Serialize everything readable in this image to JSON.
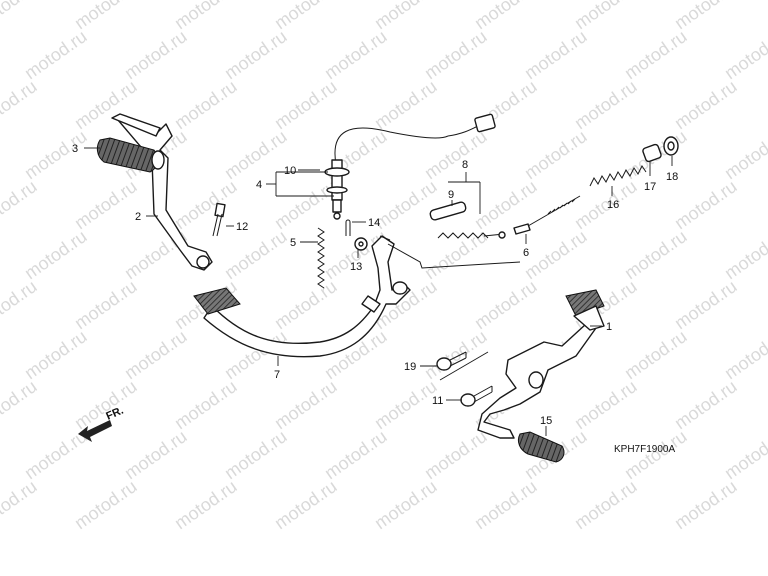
{
  "watermark": "motod.ru",
  "diagram_code": "KPH7F1900A",
  "front_marker": "FR.",
  "callouts": {
    "c1": "1",
    "c2": "2",
    "c3": "3",
    "c4": "4",
    "c5": "5",
    "c6": "6",
    "c7": "7",
    "c8": "8",
    "c9": "9",
    "c10": "10",
    "c11": "11",
    "c12": "12",
    "c13": "13",
    "c14": "14",
    "c15": "15",
    "c16": "16",
    "c17": "17",
    "c18": "18",
    "c19": "19"
  }
}
